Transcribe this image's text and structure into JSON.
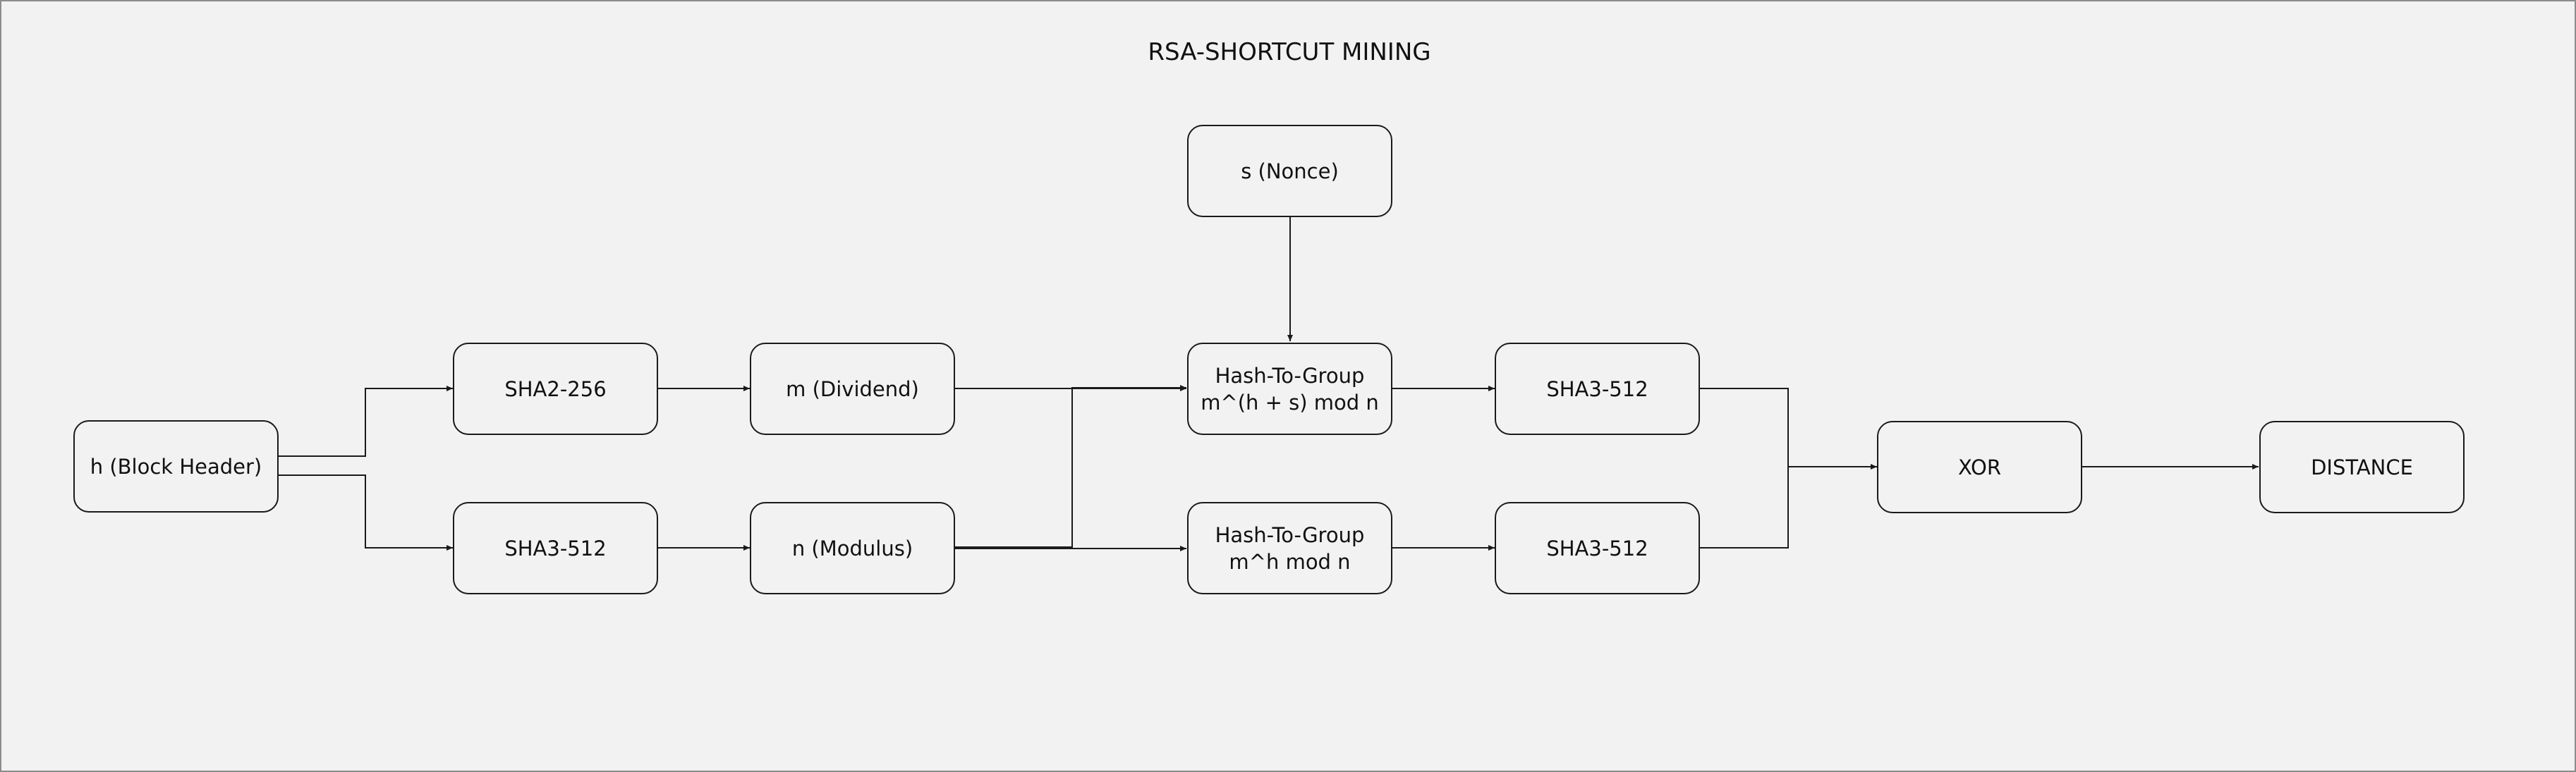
{
  "title": "RSA-SHORTCUT MINING",
  "nodes": {
    "block_header": "h (Block Header)",
    "sha2_256": "SHA2-256",
    "sha3_512_top_left": "SHA3-512",
    "dividend": "m (Dividend)",
    "modulus": "n (Modulus)",
    "nonce": "s (Nonce)",
    "htg_top": {
      "line1": "Hash-To-Group",
      "line2": "m^(h + s) mod n"
    },
    "htg_bottom": {
      "line1": "Hash-To-Group",
      "line2": "m^h mod n"
    },
    "sha3_512_top_right": "SHA3-512",
    "sha3_512_bottom_right": "SHA3-512",
    "xor": "XOR",
    "distance": "DISTANCE"
  },
  "colors": {
    "background": "#f2f2f2",
    "stroke": "#1a1a1a",
    "frame": "#8c8c8c"
  }
}
